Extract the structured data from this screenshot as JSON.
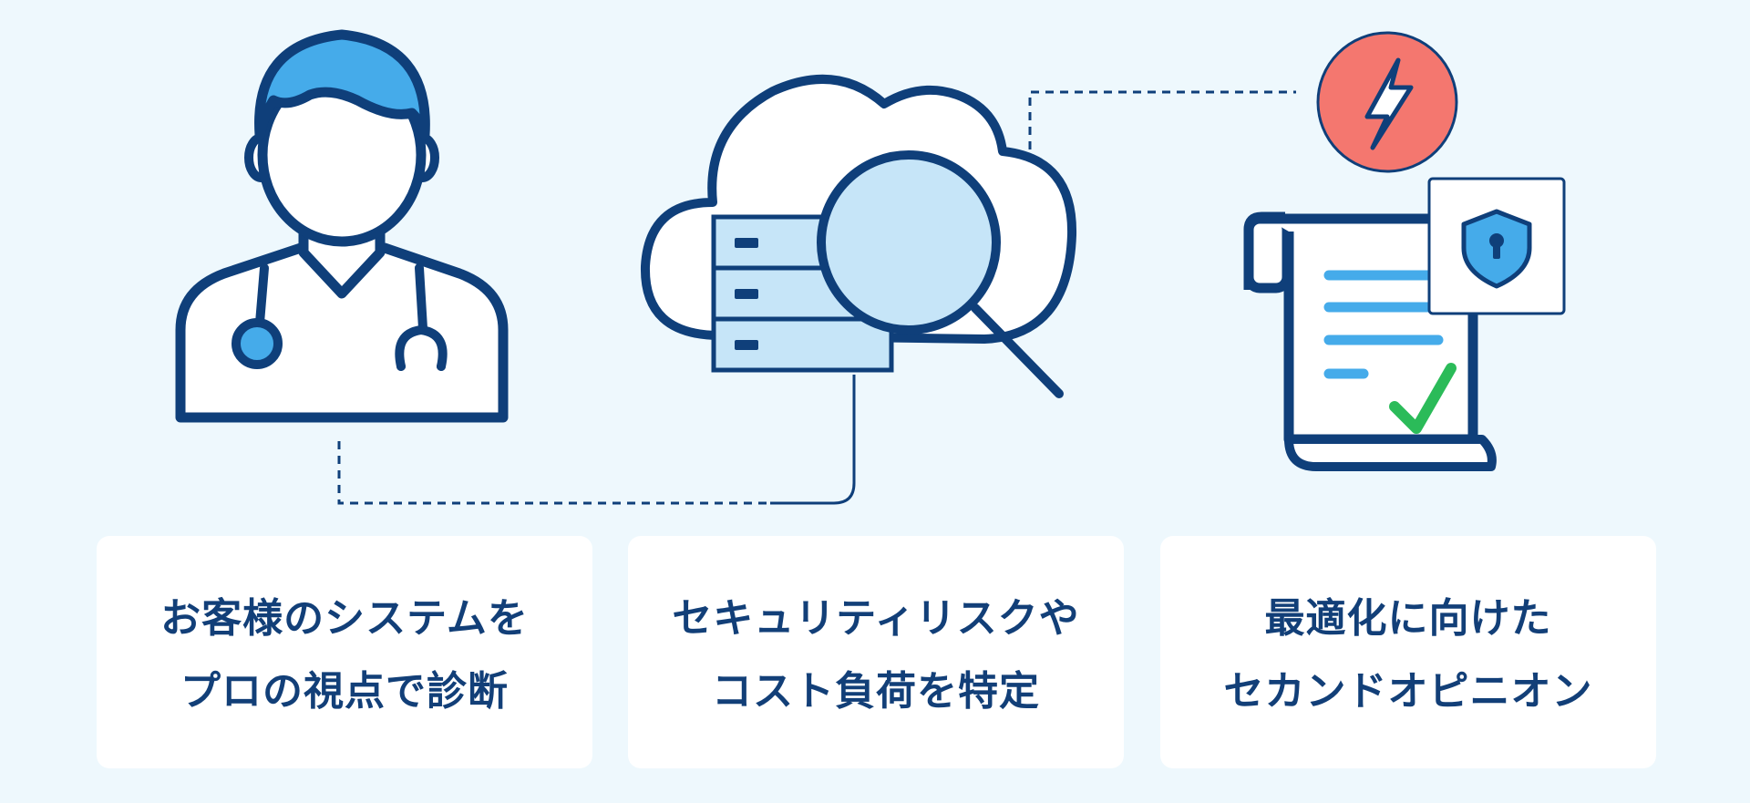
{
  "cards": [
    {
      "line1": "お客様のシステムを",
      "line2": "プロの視点で診断"
    },
    {
      "line1": "セキュリティリスクや",
      "line2": "コスト負荷を特定"
    },
    {
      "line1": "最適化に向けた",
      "line2": "セカンドオピニオン"
    }
  ],
  "icons": {
    "doctor": "doctor-with-stethoscope-icon",
    "cloud_search": "cloud-server-magnifier-icon",
    "lightning": "lightning-bolt-icon",
    "document": "checked-document-scroll-icon",
    "shield": "shield-lock-icon"
  },
  "colors": {
    "background": "#eef8fd",
    "navy": "#0f3f7a",
    "light_blue": "#45abea",
    "pale_blue": "#c6e5f8",
    "red": "#f4776f",
    "green": "#2bbb59",
    "card": "#ffffff"
  }
}
